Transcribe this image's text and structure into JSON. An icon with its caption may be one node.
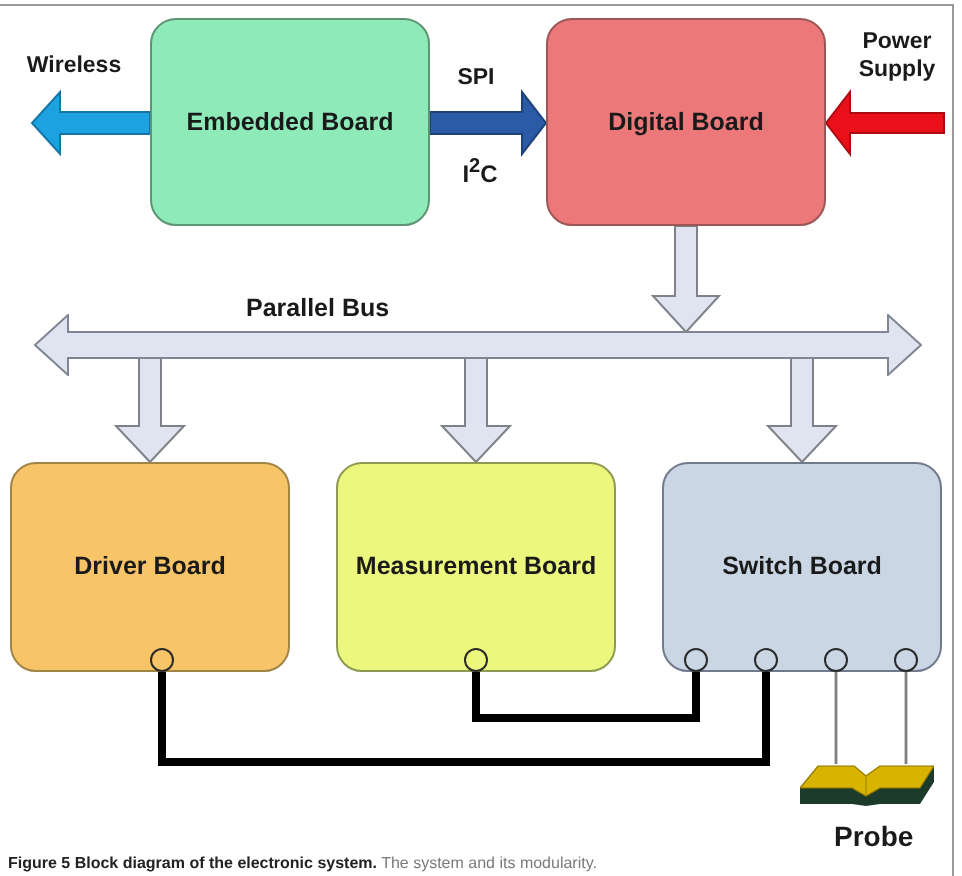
{
  "diagram": {
    "caption": "**Figure 5 Block diagram of the electronic system.** The system and its modularity.",
    "nodes": [
      {
        "text": [
          "Embedded Board"
        ]
      },
      {
        "text": [
          "Digital Board"
        ]
      },
      {
        "text": [
          "Parallel Bus"
        ]
      },
      {
        "text": [
          "Driver Board"
        ]
      },
      {
        "text": [],
        "shape": "circle",
        "in": 3
      },
      {
        "text": [
          "Measurement Board"
        ]
      },
      {
        "text": [],
        "shape": "circle",
        "in": 5
      },
      {
        "text": [
          "Switch Board"
        ]
      },
      {
        "text": [],
        "shape": "circle",
        "in": 7
      },
      {
        "text": [],
        "shape": "circle",
        "in": 7
      },
      {
        "text": [],
        "shape": "circle",
        "in": 7
      },
      {
        "text": [],
        "shape": "circle",
        "in": 7
      },
      {
        "text": [
          "Probe"
        ]
      }
    ],
    "edges": [
      {
        "from": 0,
        "to": null,
        "arrow": "to",
        "label": "Wireless",
        "color": "#1ea1e0"
      },
      {
        "from": 0,
        "to": 1,
        "arrow": "to",
        "label": "SPI",
        "color": "#2b5aa6"
      },
      {
        "from": null,
        "to": 1,
        "arrow": "to",
        "label": "Power Supply",
        "color": "#ea1019"
      },
      {
        "from": 1,
        "to": 2,
        "arrow": "to"
      },
      {
        "from": 2,
        "to": 3,
        "arrow": "to"
      },
      {
        "from": 2,
        "to": 5,
        "arrow": "to"
      },
      {
        "from": 2,
        "to": 7,
        "arrow": "to"
      },
      {
        "from": 4,
        "to": 9,
        "arrow": "none",
        "style": "thick",
        "color": "#000000"
      },
      {
        "from": 6,
        "to": 8,
        "arrow": "none",
        "style": "thick",
        "color": "#000000"
      },
      {
        "from": 10,
        "to": 12,
        "arrow": "none",
        "color": "#808080"
      },
      {
        "from": 11,
        "to": 12,
        "arrow": "none",
        "color": "#808080"
      }
    ],
    "labels": [
      "I$^{2}$C"
    ]
  }
}
